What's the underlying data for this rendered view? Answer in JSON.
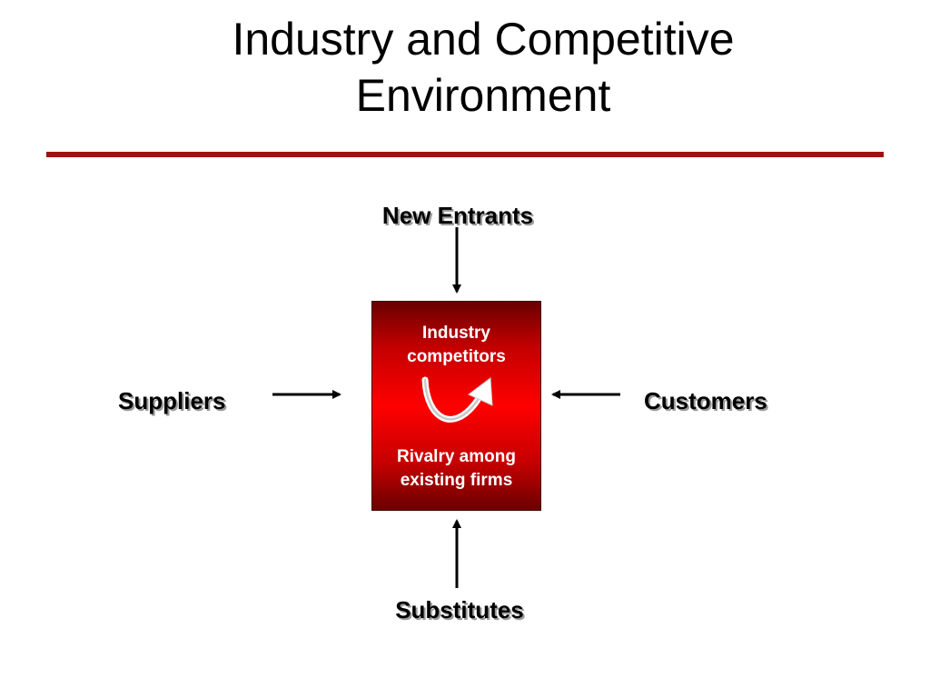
{
  "slide": {
    "title_line1": "Industry and Competitive",
    "title_line2": "Environment",
    "rule_color": "#9e1111"
  },
  "forces": {
    "top": "New Entrants",
    "left": "Suppliers",
    "right": "Customers",
    "bottom": "Substitutes"
  },
  "center_box": {
    "heading_line1": "Industry",
    "heading_line2": "competitors",
    "caption_line1": "Rivalry among",
    "caption_line2": "existing firms",
    "fill_color": "#ff0000",
    "cycle_icon": "curved-arrow-icon"
  }
}
